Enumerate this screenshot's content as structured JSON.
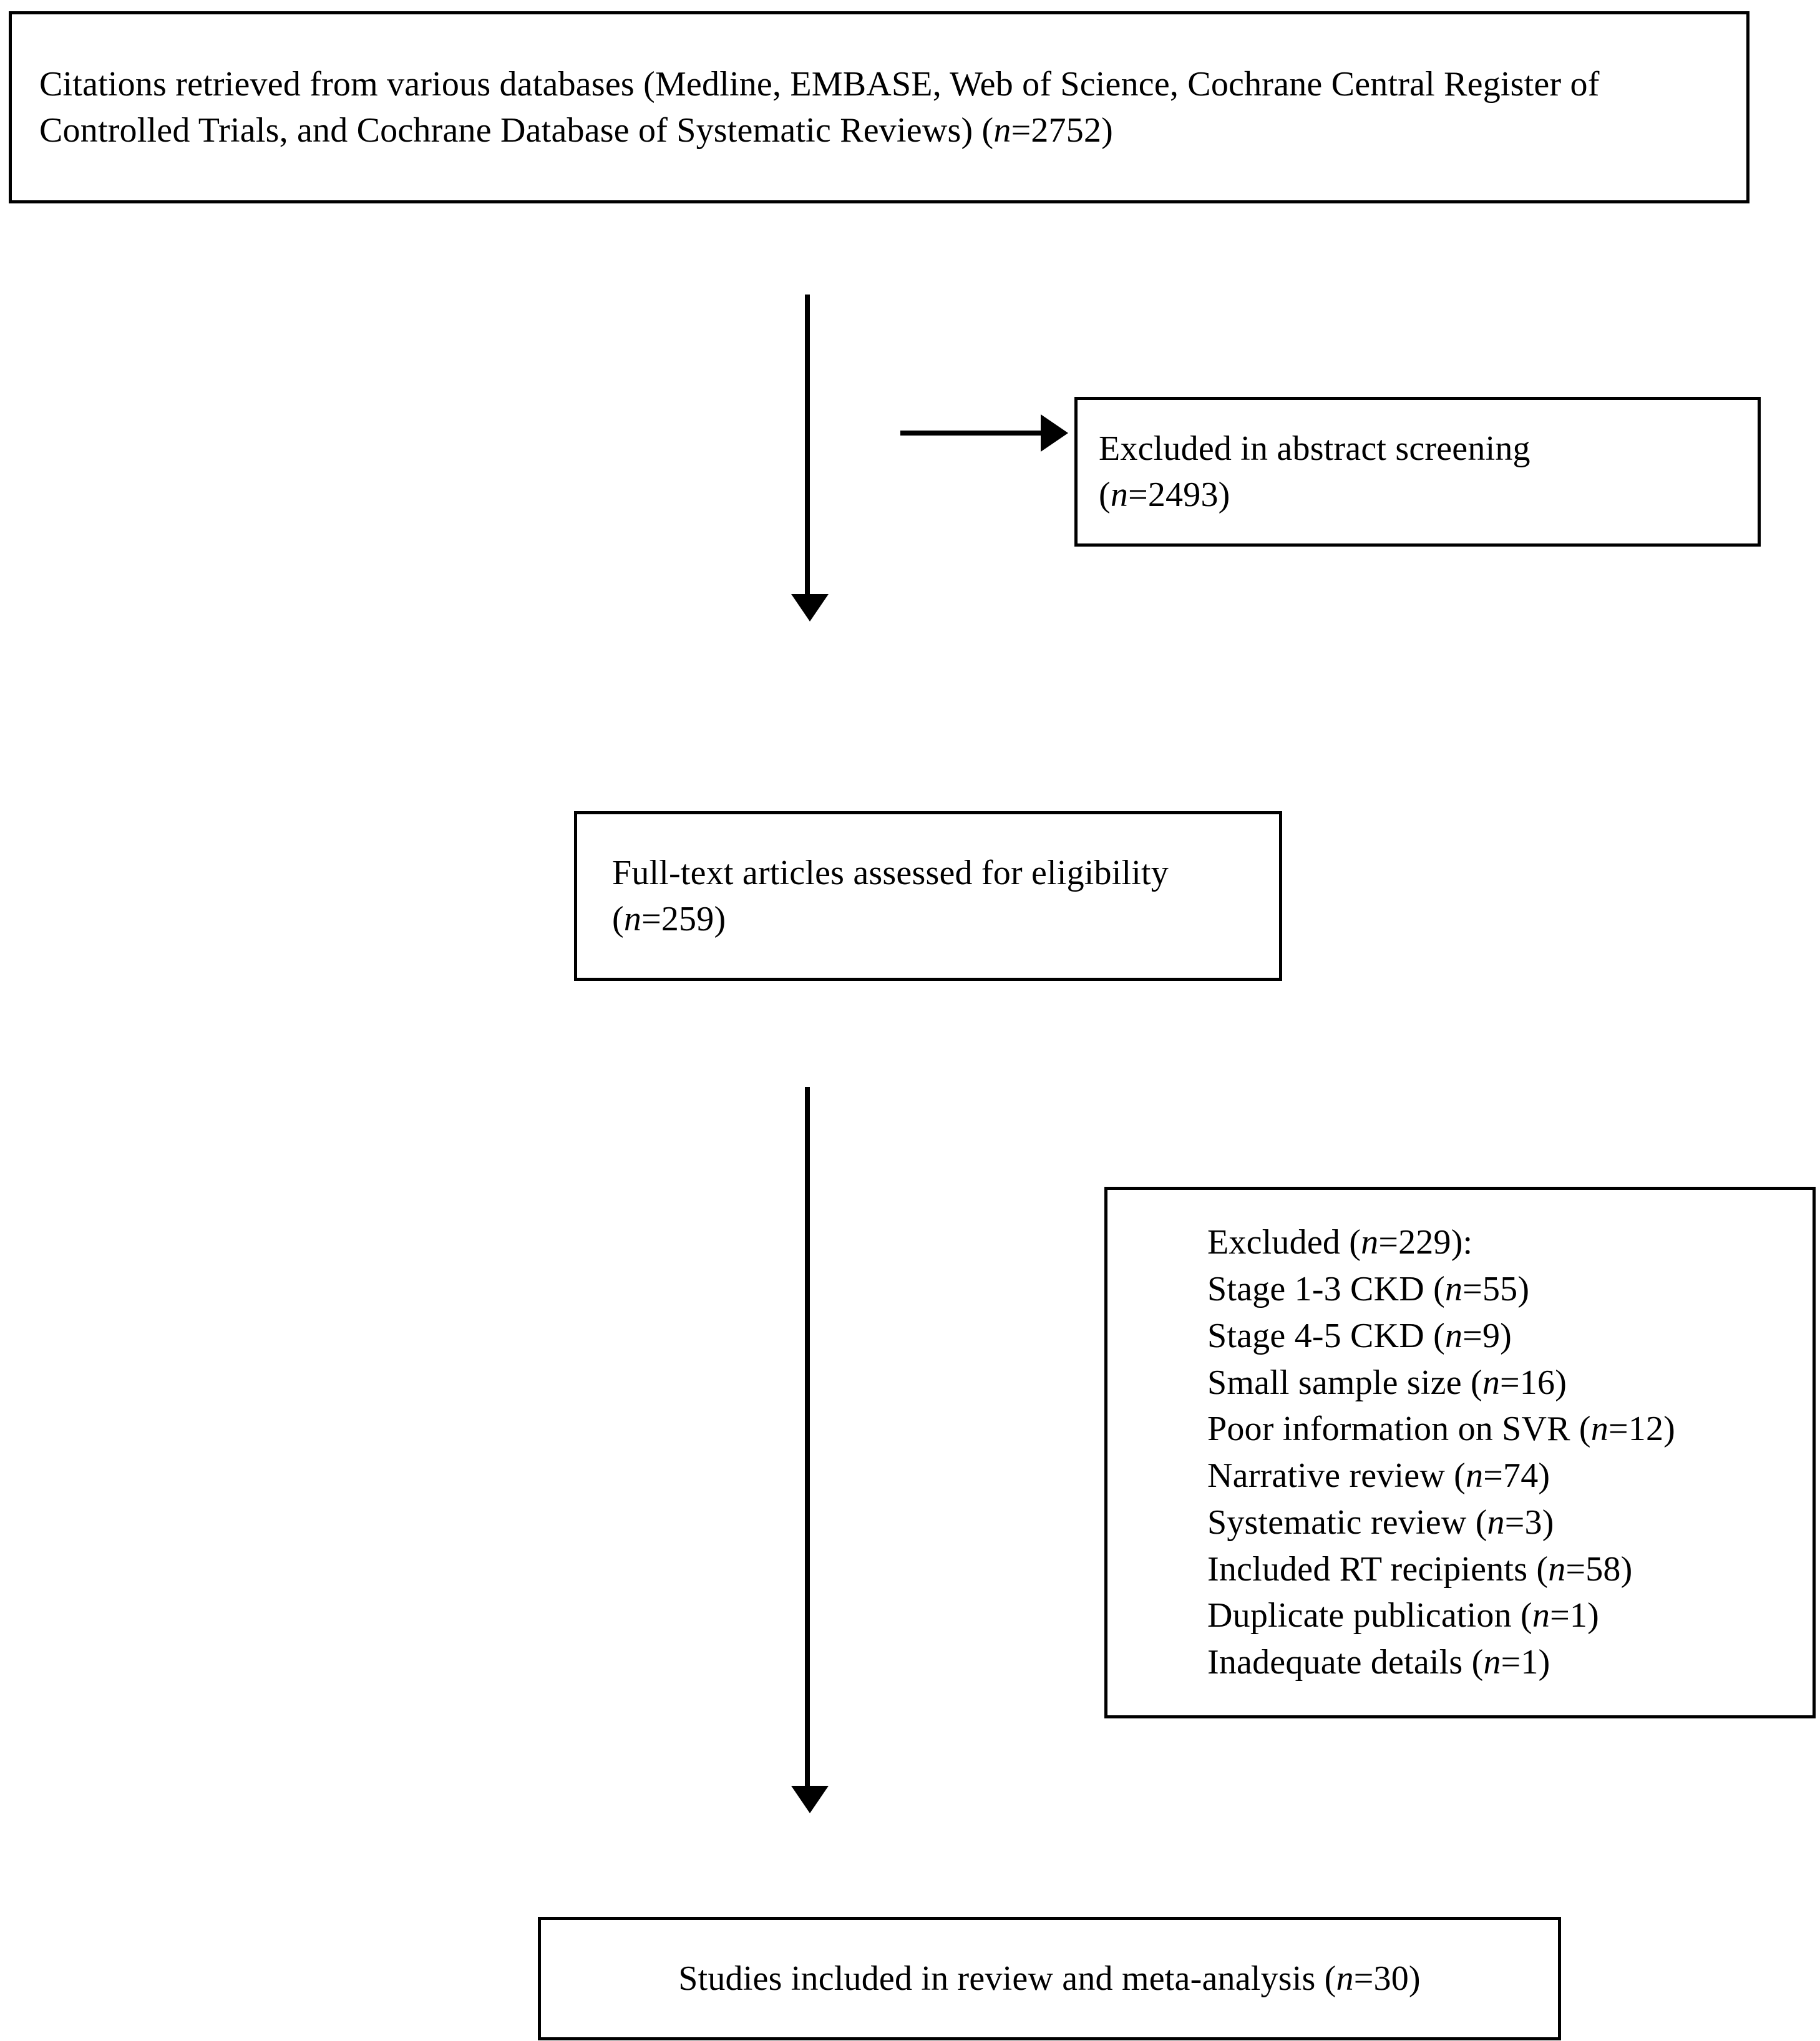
{
  "diagram": {
    "type": "prisma-flow-diagram",
    "title": "PRISMA study selection flow diagram",
    "colors": {
      "border": "#000000",
      "background": "#ffffff",
      "text": "#000000"
    },
    "boxes": {
      "identification": {
        "name": "citations-retrieved",
        "line1": "Citations retrieved from various databases (Medline, EMBASE, Web of Science, Cochrane Central",
        "line2_prefix": "Register of Controlled Trials, and Cochrane Database of Systematic Reviews) (",
        "n_italic": "n",
        "line2_suffix": "=2752)",
        "count": 2752,
        "full_text": "Citations retrieved from various databases (Medline, EMBASE, Web of Science, Cochrane Central Register of Controlled Trials, and Cochrane Database of Systematic Reviews) (n=2752)"
      },
      "excluded_abstract": {
        "name": "excluded-abstract-screening",
        "line1": "Excluded in abstract screening",
        "line2_prefix": "(",
        "n_italic": "n",
        "line2_suffix": "=2493)",
        "count": 2493,
        "full_text": "Excluded in abstract screening (n=2493)"
      },
      "fulltext": {
        "name": "full-text-eligibility",
        "line1": "Full-text articles assessed for eligibility",
        "line2_prefix": "(",
        "n_italic": "n",
        "line2_suffix": "=259)",
        "count": 259,
        "full_text": "Full-text articles assessed for eligibility (n=259)"
      },
      "excluded_reasons": {
        "name": "excluded-with-reasons",
        "header_prefix": "Excluded (",
        "n_italic": "n",
        "header_suffix": "=229):",
        "total_excluded": 229,
        "reasons": [
          {
            "label": "Stage 1-3 CKD (",
            "n": "n",
            "suffix": "=55)",
            "count": 55
          },
          {
            "label": "Stage 4-5 CKD (",
            "n": "n",
            "suffix": "=9)",
            "count": 9
          },
          {
            "label": "Small sample size (",
            "n": "n",
            "suffix": "=16)",
            "count": 16
          },
          {
            "label": "Poor information on SVR (",
            "n": "n",
            "suffix": "=12)",
            "count": 12
          },
          {
            "label": "Narrative review (",
            "n": "n",
            "suffix": "=74)",
            "count": 74
          },
          {
            "label": "Systematic review (",
            "n": "n",
            "suffix": "=3)",
            "count": 3
          },
          {
            "label": "Included RT recipients (",
            "n": "n",
            "suffix": "=58)",
            "count": 58
          },
          {
            "label": "Duplicate publication (",
            "n": "n",
            "suffix": "=1)",
            "count": 1
          },
          {
            "label": "Inadequate details (",
            "n": "n",
            "suffix": "=1)",
            "count": 1
          }
        ]
      },
      "included": {
        "name": "studies-included",
        "prefix": "Studies included in review and meta-analysis (",
        "n_italic": "n",
        "suffix": "=30)",
        "count": 30,
        "full_text": "Studies included in review and meta-analysis (n=30)"
      }
    },
    "connectors": [
      {
        "name": "identification-to-fulltext",
        "direction": "down"
      },
      {
        "name": "identification-to-excluded-abstract",
        "direction": "right"
      },
      {
        "name": "fulltext-to-included",
        "direction": "down"
      }
    ]
  }
}
